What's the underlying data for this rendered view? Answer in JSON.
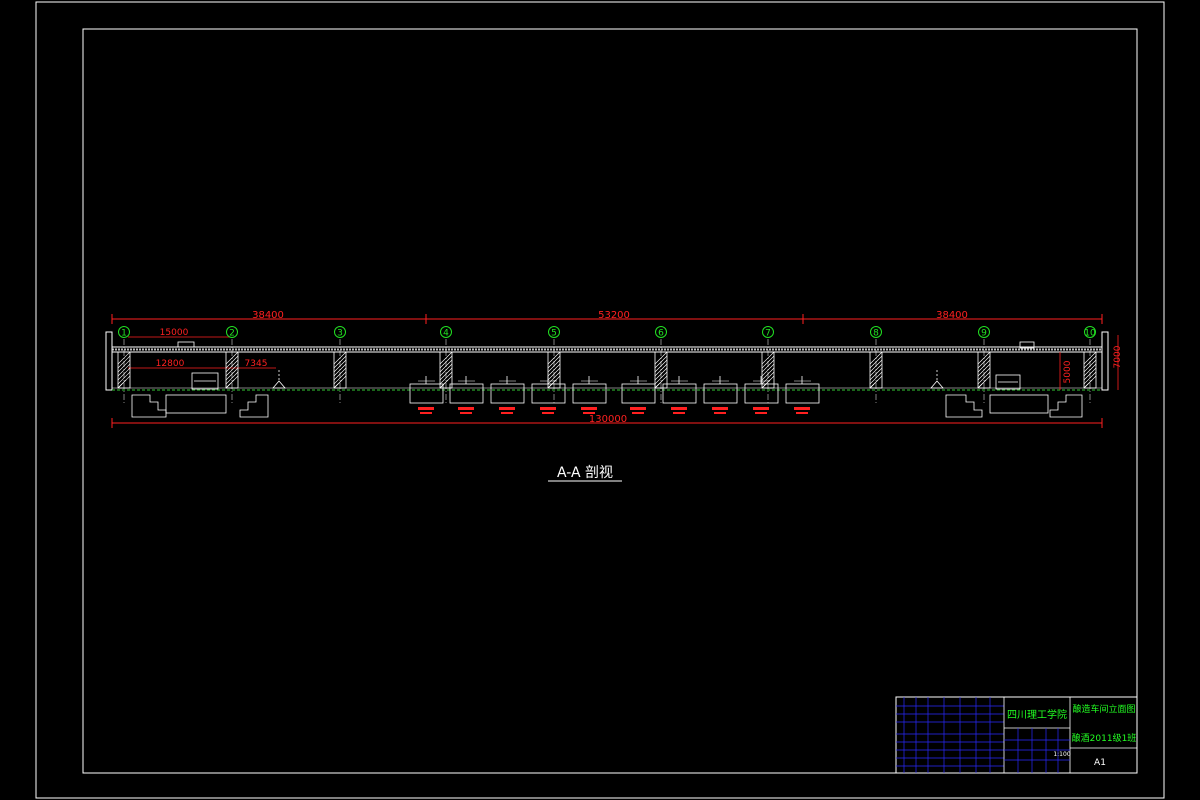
{
  "drawing": {
    "view_title": "A-A  剖视",
    "column_labels": [
      "1",
      "2",
      "3",
      "4",
      "5",
      "6",
      "7",
      "8",
      "9",
      "10"
    ],
    "dimensions": {
      "bay_left": "38400",
      "bay_middle": "53200",
      "bay_right": "38400",
      "overall": "130000",
      "left_span_a": "15000",
      "left_span_b": "12800",
      "left_span_c": "7345",
      "right_height_outer": "7000",
      "right_height_inner": "5000"
    },
    "colors": {
      "background": "#000000",
      "frame": "#ffffff",
      "dimension": "#ff2020",
      "axis_bubble": "#22e022",
      "hatch": "#ffffff",
      "title_block_text": "#22ff22",
      "title_block_grid": "#2a2aff"
    }
  },
  "title_block": {
    "school": "四川理工学院",
    "drawing_name": "酿造车间立面图",
    "class_name": "酿酒2011级1班",
    "sheet_size": "A1",
    "scale": "1:100"
  }
}
